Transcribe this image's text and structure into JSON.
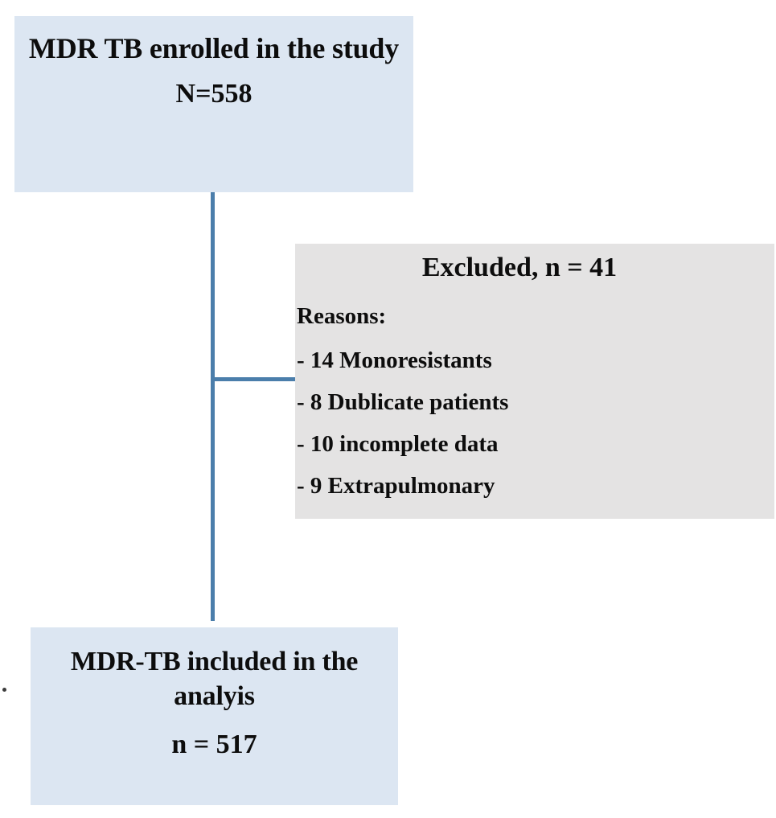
{
  "figure": {
    "type": "flowchart",
    "description": "Study participant flow diagram for MDR TB cohort"
  },
  "colors": {
    "box_blue": "#dce6f2",
    "box_gray": "#e4e3e3",
    "connector": "#4b7eab",
    "text": "#0d0d0d",
    "background": "#ffffff"
  },
  "nodes": {
    "enrolled": {
      "title": "MDR TB enrolled in the study",
      "count": "N=558"
    },
    "excluded": {
      "title": "Excluded, n = 41",
      "reasons_label": "Reasons:",
      "reasons": [
        "- 14 Monoresistants",
        "- 8 Dublicate patients",
        "- 10 incomplete data",
        "- 9 Extrapulmonary"
      ]
    },
    "included": {
      "title": "MDR-TB included in the analyis",
      "count": "n = 517"
    }
  }
}
